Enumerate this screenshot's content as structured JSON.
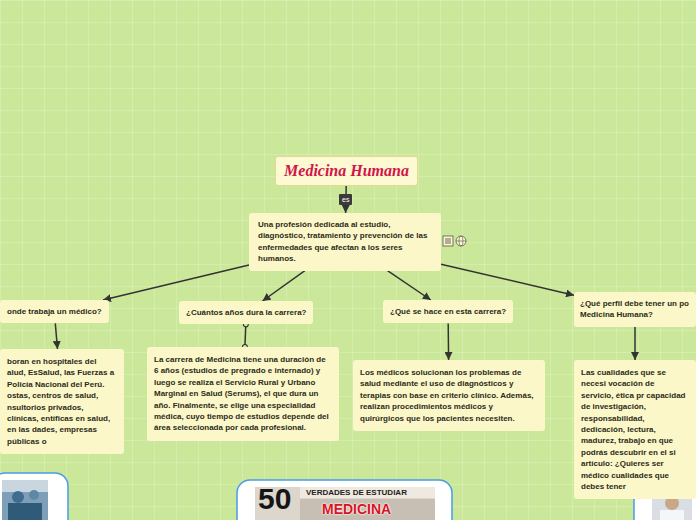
{
  "diagram": {
    "nodes": [
      {
        "text": [
          "Medicina Humana"
        ]
      },
      {
        "text": [
          "Una profesión dedicada al estudio, diagnóstico, tratamiento y prevención de las enfermedades que afectan a los seres humanos."
        ]
      },
      {
        "text": [
          "onde trabaja un médico?"
        ]
      },
      {
        "text": [
          "¿Cuántos años dura la carrera?"
        ]
      },
      {
        "text": [
          "¿Qué se hace en esta carrera?"
        ]
      },
      {
        "text": [
          "¿Qué perfil debe tener un po Medicina Humana?"
        ]
      },
      {
        "text": [
          "boran en hospitales del alud, EsSalud, las Fuerzas a Policía Nacional del Perú. ostas, centros de salud, nsultorios privados, clínicas, entíficas en salud, en las dades, empresas públicas o"
        ]
      },
      {
        "text": [
          "La carrera de Medicina tiene una duración de 6 años (estudios de pregrado e internado) y luego se realiza el Servicio Rural y Urbano Marginal en Salud (Serums), el que dura un año. Finalmente, se elige una especialidad médica, cuyo tiempo de estudios depende del área seleccionada por cada profesional."
        ]
      },
      {
        "text": [
          "Los médicos solucionan los problemas de salud mediante el uso de diagnósticos y terapias con base en criterio clínico. Además, realizan procedimientos médicos y quirúrgicos que los pacientes necesiten."
        ]
      },
      {
        "text": [
          "Las cualidades que se necesi vocación de servicio, ética pr capacidad de investigación, responsabilidad, dedicación, lectura, madurez, trabajo en que podrás descubrir en el si artículo: ¿Quieres ser médico cualidades que debes tener"
        ]
      }
    ],
    "edges": [
      {
        "from": 0,
        "to": 1,
        "label": "es",
        "arrow": "to"
      },
      {
        "from": 1,
        "to": 2,
        "arrow": "to"
      },
      {
        "from": 1,
        "to": 3,
        "arrow": "to"
      },
      {
        "from": 1,
        "to": 4,
        "arrow": "to"
      },
      {
        "from": 1,
        "to": 5,
        "arrow": "to"
      },
      {
        "from": 2,
        "to": 6,
        "arrow": "to"
      },
      {
        "from": 3,
        "to": 7,
        "arrow": "none"
      },
      {
        "from": 4,
        "to": 8,
        "arrow": "to"
      },
      {
        "from": 5,
        "to": 9,
        "arrow": "to"
      }
    ],
    "labels": [
      "50",
      "VERDADES DE ESTUDIAR",
      "MEDICINA"
    ]
  }
}
